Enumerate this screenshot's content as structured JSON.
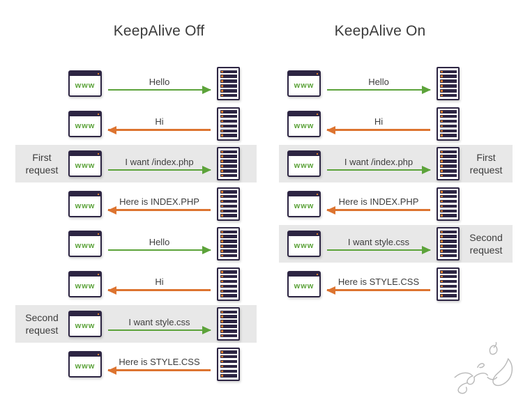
{
  "colors": {
    "green": "#5ca33a",
    "orange": "#dd7430",
    "navy": "#2d2543",
    "highlight": "#e8e8e8",
    "text": "#3d3d3d",
    "accent_dot": "#e0832f",
    "watermark": "#b9b9b9"
  },
  "browser_label": "www",
  "icons": {
    "client": "browser-window-icon",
    "server": "server-rack-icon",
    "watermark": "arabic-calligraphy-signature-icon"
  },
  "columns": [
    {
      "id": "left",
      "title": "KeepAlive Off",
      "label_side": "left",
      "rows": [
        {
          "message": "Hello",
          "direction": "right",
          "color": "green",
          "highlight": false,
          "label": ""
        },
        {
          "message": "Hi",
          "direction": "left",
          "color": "orange",
          "highlight": false,
          "label": ""
        },
        {
          "message": "I want /index.php",
          "direction": "right",
          "color": "green",
          "highlight": true,
          "label": "First request"
        },
        {
          "message": "Here is INDEX.PHP",
          "direction": "left",
          "color": "orange",
          "highlight": false,
          "label": ""
        },
        {
          "message": "Hello",
          "direction": "right",
          "color": "green",
          "highlight": false,
          "label": ""
        },
        {
          "message": "Hi",
          "direction": "left",
          "color": "orange",
          "highlight": false,
          "label": ""
        },
        {
          "message": "I want style.css",
          "direction": "right",
          "color": "green",
          "highlight": true,
          "label": "Second request"
        },
        {
          "message": "Here is STYLE.CSS",
          "direction": "left",
          "color": "orange",
          "highlight": false,
          "label": ""
        }
      ]
    },
    {
      "id": "right",
      "title": "KeepAlive On",
      "label_side": "right",
      "rows": [
        {
          "message": "Hello",
          "direction": "right",
          "color": "green",
          "highlight": false,
          "label": ""
        },
        {
          "message": "Hi",
          "direction": "left",
          "color": "orange",
          "highlight": false,
          "label": ""
        },
        {
          "message": "I want /index.php",
          "direction": "right",
          "color": "green",
          "highlight": true,
          "label": "First request"
        },
        {
          "message": "Here is INDEX.PHP",
          "direction": "left",
          "color": "orange",
          "highlight": false,
          "label": ""
        },
        {
          "message": "I want style.css",
          "direction": "right",
          "color": "green",
          "highlight": true,
          "label": "Second request"
        },
        {
          "message": "Here is STYLE.CSS",
          "direction": "left",
          "color": "orange",
          "highlight": false,
          "label": ""
        }
      ]
    }
  ],
  "server_bar_count": 6
}
